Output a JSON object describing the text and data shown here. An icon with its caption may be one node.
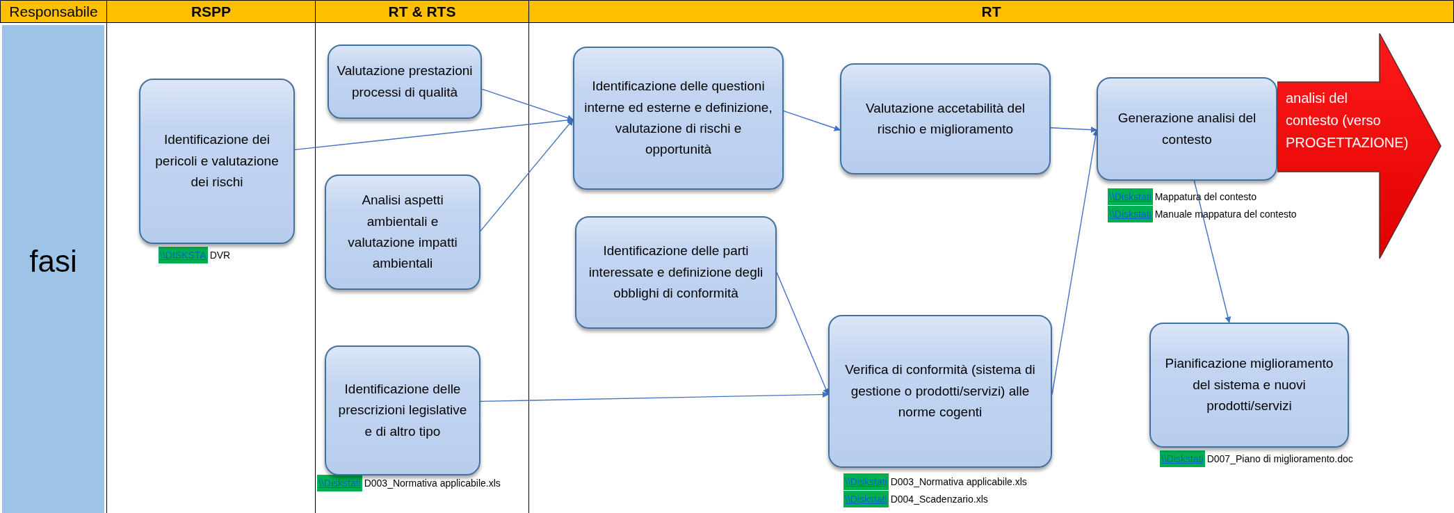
{
  "diagram": {
    "nodes": [
      {
        "text": [
          "Identificazione dei pericoli e valutazione dei rischi"
        ],
        "beside": [
          "\\\\DISKSTA",
          "DVR"
        ]
      },
      {
        "text": [
          "Valutazione prestazioni processi di qualità"
        ]
      },
      {
        "text": [
          "Analisi aspetti ambientali e valutazione impatti ambientali"
        ]
      },
      {
        "text": [
          "Identificazione delle prescrizioni legislative e di altro tipo"
        ],
        "beside": [
          "\\\\Diskstati",
          "D003_Normativa applicabile.xls"
        ]
      },
      {
        "text": [
          "Identificazione delle questioni interne ed esterne e definizione, valutazione di rischi e opportunità"
        ]
      },
      {
        "text": [
          "Identificazione delle parti interessate e definizione degli obblighi di conformità"
        ]
      },
      {
        "text": [
          "Valutazione accetabilità del rischio e miglioramento"
        ]
      },
      {
        "text": [
          "Verifica di conformità (sistema di gestione o prodotti/servizi) alle norme cogenti"
        ],
        "beside": [
          "\\\\Diskstati",
          "D003_Normativa applicabile.xls",
          "\\\\Diskstati",
          "D004_Scadenzario.xls"
        ]
      },
      {
        "text": [
          "Generazione analisi del contesto"
        ],
        "beside": [
          "\\\\Diskstati",
          "Mappatura del contesto",
          "\\\\Diskstati",
          "Manuale mappatura del contesto"
        ]
      },
      {
        "text": [
          "analisi del contesto (verso PROGETTAZIONE)"
        ]
      },
      {
        "text": [
          "Pianificazione miglioramento del sistema e nuovi prodotti/servizi"
        ],
        "beside": [
          "\\\\Diskstati",
          "D007_Piano di miglioramento.doc"
        ]
      }
    ],
    "edges": [
      {
        "from": 0,
        "to": 4,
        "arrow": "to"
      },
      {
        "from": 1,
        "to": 4,
        "arrow": "to"
      },
      {
        "from": 2,
        "to": 4,
        "arrow": "to"
      },
      {
        "from": 4,
        "to": 6,
        "arrow": "to"
      },
      {
        "from": 6,
        "to": 8,
        "arrow": "to"
      },
      {
        "from": 7,
        "to": 8,
        "arrow": "to"
      },
      {
        "from": 5,
        "to": 7,
        "arrow": "to"
      },
      {
        "from": 3,
        "to": 7,
        "arrow": "to"
      },
      {
        "from": 8,
        "to": 10,
        "arrow": "to"
      }
    ],
    "labels": [
      "Responsabile",
      "RSPP",
      "RT & RTS",
      "RT",
      "fasi"
    ]
  }
}
